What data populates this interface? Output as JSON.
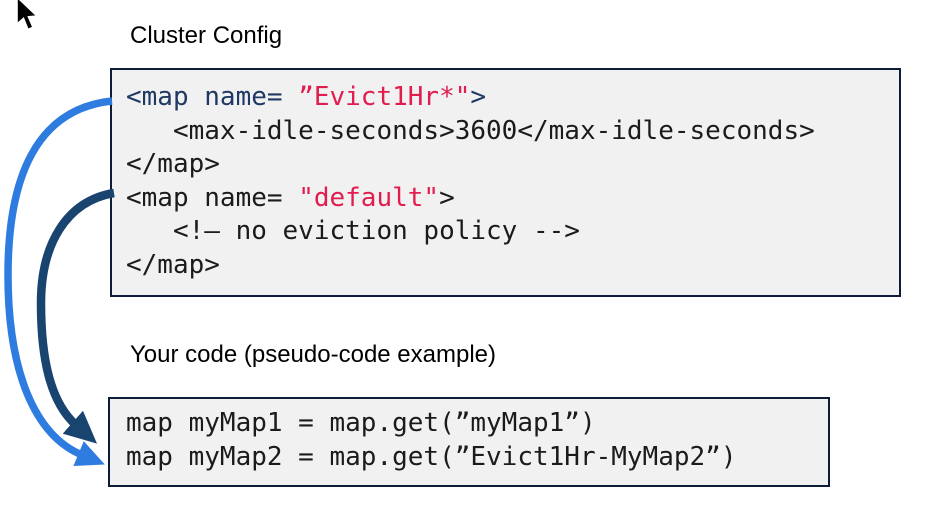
{
  "labels": {
    "cluster_config": "Cluster Config",
    "your_code": "Your code (pseudo-code example)"
  },
  "cluster_config_box": {
    "language": "xml",
    "lines": [
      {
        "segments": [
          {
            "text": "<map name= ",
            "color": "navy"
          },
          {
            "text": "”Evict1Hr*\"",
            "color": "red"
          },
          {
            "text": ">",
            "color": "navy"
          }
        ]
      },
      {
        "segments": [
          {
            "text": "   <max-idle-seconds>3600</max-idle-seconds>",
            "color": "black"
          }
        ]
      },
      {
        "segments": [
          {
            "text": "</map>",
            "color": "black"
          }
        ]
      },
      {
        "segments": [
          {
            "text": "<map name= ",
            "color": "black"
          },
          {
            "text": "\"default\"",
            "color": "red"
          },
          {
            "text": ">",
            "color": "black"
          }
        ]
      },
      {
        "segments": [
          {
            "text": "   <!– no eviction policy -->",
            "color": "black"
          }
        ]
      },
      {
        "segments": [
          {
            "text": "</map>",
            "color": "black"
          }
        ]
      }
    ]
  },
  "your_code_box": {
    "lines": [
      "map myMap1 = map.get(”myMap1”)",
      "map myMap2 = map.get(”Evict1Hr-MyMap2”)"
    ]
  },
  "arrows": [
    {
      "name": "evict1hr-to-mymap2",
      "color_key": "arrow_blue",
      "from": "Evict1Hr* config entry",
      "to": "map.get(”Evict1Hr-MyMap2”) line"
    },
    {
      "name": "default-to-mymap1",
      "color_key": "arrow_navy",
      "from": "default config entry",
      "to": "map.get(”myMap1”) line"
    }
  ],
  "colors": {
    "navy_text": "#1f3864",
    "black_text": "#1b1b1b",
    "red_text": "#e11d4e",
    "box_border": "#0d1c38",
    "box_bg": "#f1f1f1",
    "arrow_blue": "#2f7ce1",
    "arrow_navy": "#1a4470",
    "page_bg": "#ffffff"
  },
  "icons": {
    "cursor": "mouse-pointer-icon"
  }
}
